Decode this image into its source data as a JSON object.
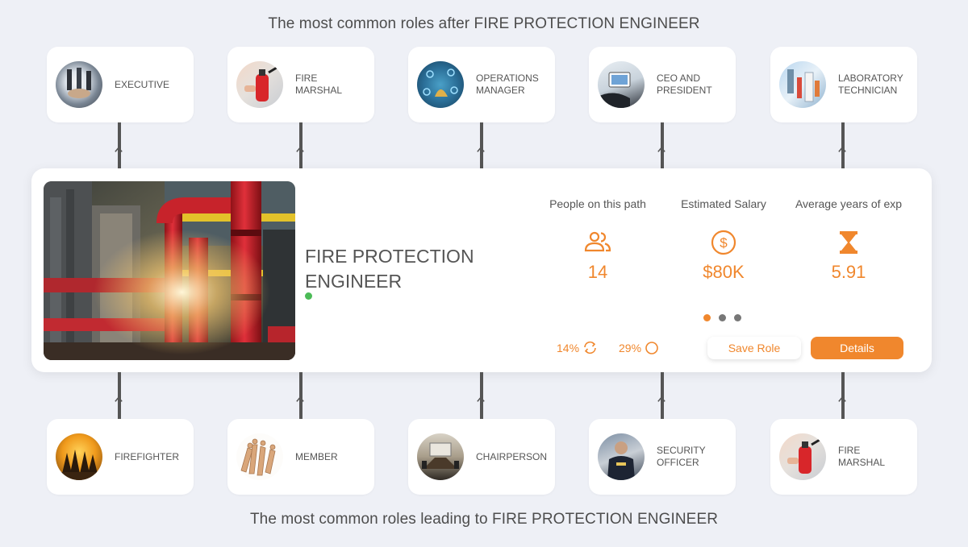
{
  "headings": {
    "top": "The most common roles after FIRE PROTECTION ENGINEER",
    "bottom": "The most common roles leading to FIRE PROTECTION ENGINEER"
  },
  "next_roles": [
    {
      "line1": "EXECUTIVE",
      "line2": "",
      "image": "business-handshake-photo"
    },
    {
      "line1": "FIRE",
      "line2": "MARSHAL",
      "image": "fire-extinguisher-photo"
    },
    {
      "line1": "OPERATIONS",
      "line2": "MANAGER",
      "image": "network-hands-photo"
    },
    {
      "line1": "CEO AND",
      "line2": "PRESIDENT",
      "image": "tablet-meeting-photo"
    },
    {
      "line1": "LABORATORY",
      "line2": "TECHNICIAN",
      "image": "lab-equipment-photo"
    }
  ],
  "previous_roles": [
    {
      "line1": "FIREFIGHTER",
      "line2": "",
      "image": "firefighters-silhouette-photo"
    },
    {
      "line1": "MEMBER",
      "line2": "",
      "image": "wooden-figures-photo"
    },
    {
      "line1": "CHAIRPERSON",
      "line2": "",
      "image": "boardroom-photo"
    },
    {
      "line1": "SECURITY",
      "line2": "OFFICER",
      "image": "security-guard-photo"
    },
    {
      "line1": "FIRE",
      "line2": "MARSHAL",
      "image": "fire-extinguisher-photo"
    }
  ],
  "main": {
    "title_line1": "FIRE PROTECTION",
    "title_line2": "ENGINEER",
    "hero_image": "industrial-red-pipes-photo",
    "stats": [
      {
        "label": "People on this path",
        "value": "14",
        "icon": "people-icon"
      },
      {
        "label": "Estimated Salary",
        "value": "$80K",
        "icon": "dollar-icon"
      },
      {
        "label": "Average years of exp",
        "value": "5.91",
        "icon": "hourglass-icon"
      }
    ],
    "carousel": {
      "count": 3,
      "active": 0
    },
    "percent_a": "14%",
    "percent_b": "29%",
    "save_label": "Save Role",
    "details_label": "Details"
  },
  "colors": {
    "accent": "#f0872d",
    "status": "#4cbb57",
    "background": "#eef0f6"
  }
}
